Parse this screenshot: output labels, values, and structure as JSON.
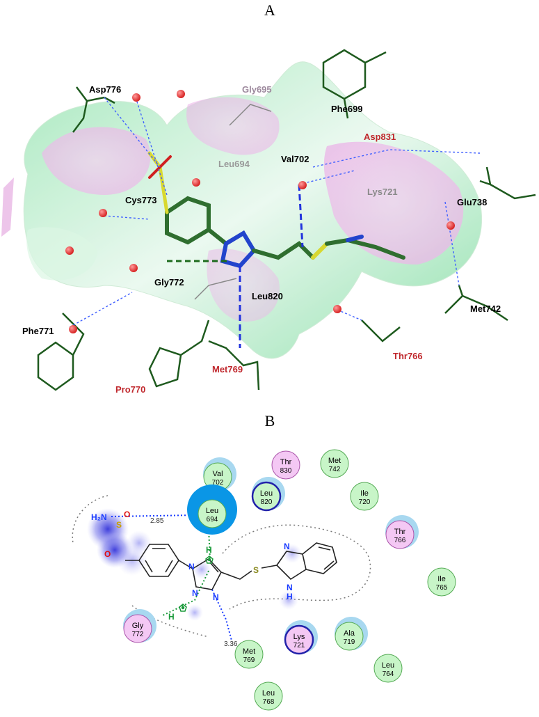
{
  "panels": {
    "a_label": "A",
    "b_label": "B"
  },
  "panel_a": {
    "residue_labels": [
      {
        "id": "asp776",
        "text": "Asp776",
        "color": "#000000"
      },
      {
        "id": "gly695",
        "text": "Gly695",
        "color": "#9e8a9e"
      },
      {
        "id": "phe699",
        "text": "Phe699",
        "color": "#000000"
      },
      {
        "id": "asp831",
        "text": "Asp831",
        "color": "#c0282d"
      },
      {
        "id": "val702",
        "text": "Val702",
        "color": "#000000"
      },
      {
        "id": "leu694",
        "text": "Leu694",
        "color": "#9a9a9a"
      },
      {
        "id": "lys721",
        "text": "Lys721",
        "color": "#8a8a8a"
      },
      {
        "id": "glu738",
        "text": "Glu738",
        "color": "#000000"
      },
      {
        "id": "cys773",
        "text": "Cys773",
        "color": "#000000"
      },
      {
        "id": "gly772",
        "text": "Gly772",
        "color": "#000000"
      },
      {
        "id": "leu820",
        "text": "Leu820",
        "color": "#000000"
      },
      {
        "id": "met742",
        "text": "Met742",
        "color": "#000000"
      },
      {
        "id": "phe771",
        "text": "Phe771",
        "color": "#000000"
      },
      {
        "id": "thr766",
        "text": "Thr766",
        "color": "#c0282d"
      },
      {
        "id": "met769",
        "text": "Met769",
        "color": "#c0282d"
      },
      {
        "id": "pro770",
        "text": "Pro770",
        "color": "#c0282d"
      }
    ]
  },
  "panel_b": {
    "residues": [
      {
        "id": "val702",
        "name": "Val",
        "num": "702",
        "type": "hydrophobic"
      },
      {
        "id": "thr830",
        "name": "Thr",
        "num": "830",
        "type": "polar"
      },
      {
        "id": "met742",
        "name": "Met",
        "num": "742",
        "type": "hydrophobic"
      },
      {
        "id": "leu820",
        "name": "Leu",
        "num": "820",
        "type": "hydrophobic"
      },
      {
        "id": "ile720",
        "name": "Ile",
        "num": "720",
        "type": "hydrophobic"
      },
      {
        "id": "leu694",
        "name": "Leu",
        "num": "694",
        "type": "hydrophobic"
      },
      {
        "id": "thr766",
        "name": "Thr",
        "num": "766",
        "type": "polar"
      },
      {
        "id": "ile765",
        "name": "Ile",
        "num": "765",
        "type": "hydrophobic"
      },
      {
        "id": "gly772",
        "name": "Gly",
        "num": "772",
        "type": "polar"
      },
      {
        "id": "lys721",
        "name": "Lys",
        "num": "721",
        "type": "charged"
      },
      {
        "id": "ala719",
        "name": "Ala",
        "num": "719",
        "type": "hydrophobic"
      },
      {
        "id": "met769",
        "name": "Met",
        "num": "769",
        "type": "hydrophobic"
      },
      {
        "id": "leu764",
        "name": "Leu",
        "num": "764",
        "type": "hydrophobic"
      },
      {
        "id": "leu768",
        "name": "Leu",
        "num": "768",
        "type": "hydrophobic"
      }
    ],
    "distances": {
      "leu694": "2.85",
      "met769": "3.36"
    },
    "atoms": {
      "nh2": "H₂N",
      "s_sulfonyl": "S",
      "o_top": "O",
      "o_bottom": "O",
      "n1": "N",
      "n2": "N",
      "n3": "N",
      "s_thio": "S",
      "n_bzim": "N",
      "nh_bzim": "N",
      "h_bzim": "H",
      "h_gly": "H",
      "h_leu": "H"
    },
    "colors": {
      "hydrophobic": "#c8f5c8",
      "polar": "#f4c8f4",
      "charged_border": "#2222aa",
      "hbond": "#1a3cff",
      "pi": "#1a9a3a",
      "halo": "#a8d8f0"
    }
  }
}
